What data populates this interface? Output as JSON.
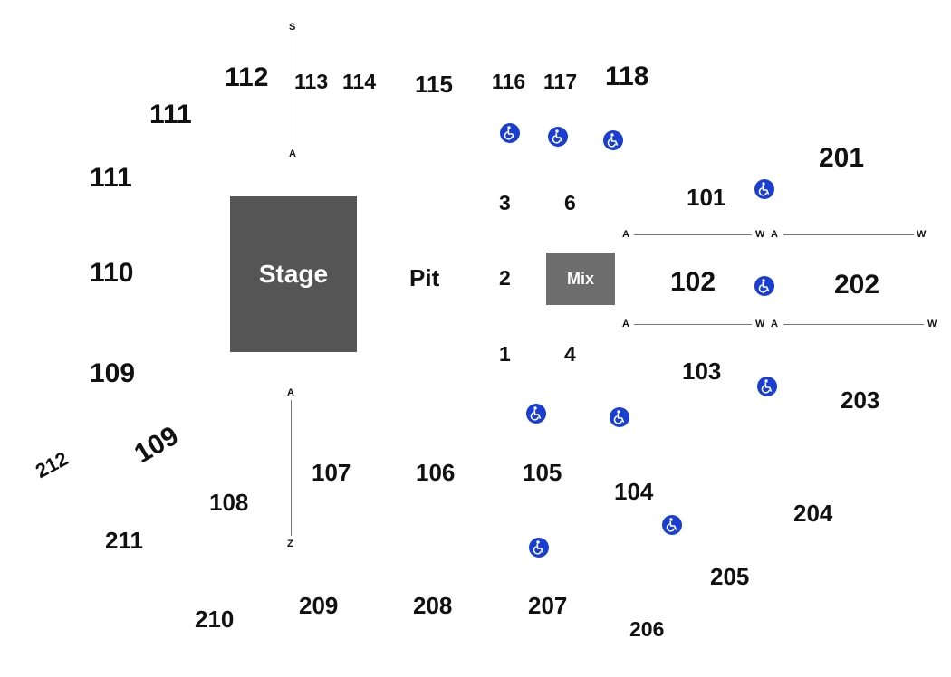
{
  "colors": {
    "stage": "#555555",
    "mix": "#6d6d6d",
    "accessible": "#1a3fd0",
    "text": "#111111",
    "lines": "#777777"
  },
  "stage": {
    "label": "Stage"
  },
  "pit": {
    "label": "Pit"
  },
  "mix": {
    "label": "Mix"
  },
  "floor_sections": [
    "3",
    "6",
    "2",
    "1",
    "4"
  ],
  "sections": {
    "s112": "112",
    "s113": "113",
    "s114": "114",
    "s115": "115",
    "s116": "116",
    "s117": "117",
    "s118": "118",
    "s111a": "111",
    "s111b": "111",
    "s110": "110",
    "s109a": "109",
    "s109b": "109",
    "s212": "212",
    "s108": "108",
    "s107": "107",
    "s106": "106",
    "s105": "105",
    "s104": "104",
    "s101": "101",
    "s102": "102",
    "s103": "103",
    "s201": "201",
    "s202": "202",
    "s203": "203",
    "s204": "204",
    "s205": "205",
    "s206": "206",
    "s207": "207",
    "s208": "208",
    "s209": "209",
    "s210": "210",
    "s211": "211"
  },
  "row_markers": {
    "top_s": "S",
    "top_a": "A",
    "left_a": "A",
    "left_z": "Z",
    "r1_a1": "A",
    "r1_w1": "W",
    "r1_a2": "A",
    "r1_w2": "W",
    "r2_a1": "A",
    "r2_w1": "W",
    "r2_a2": "A",
    "r2_w2": "W"
  },
  "icons": {
    "accessible": "wheelchair-accessible-icon"
  }
}
